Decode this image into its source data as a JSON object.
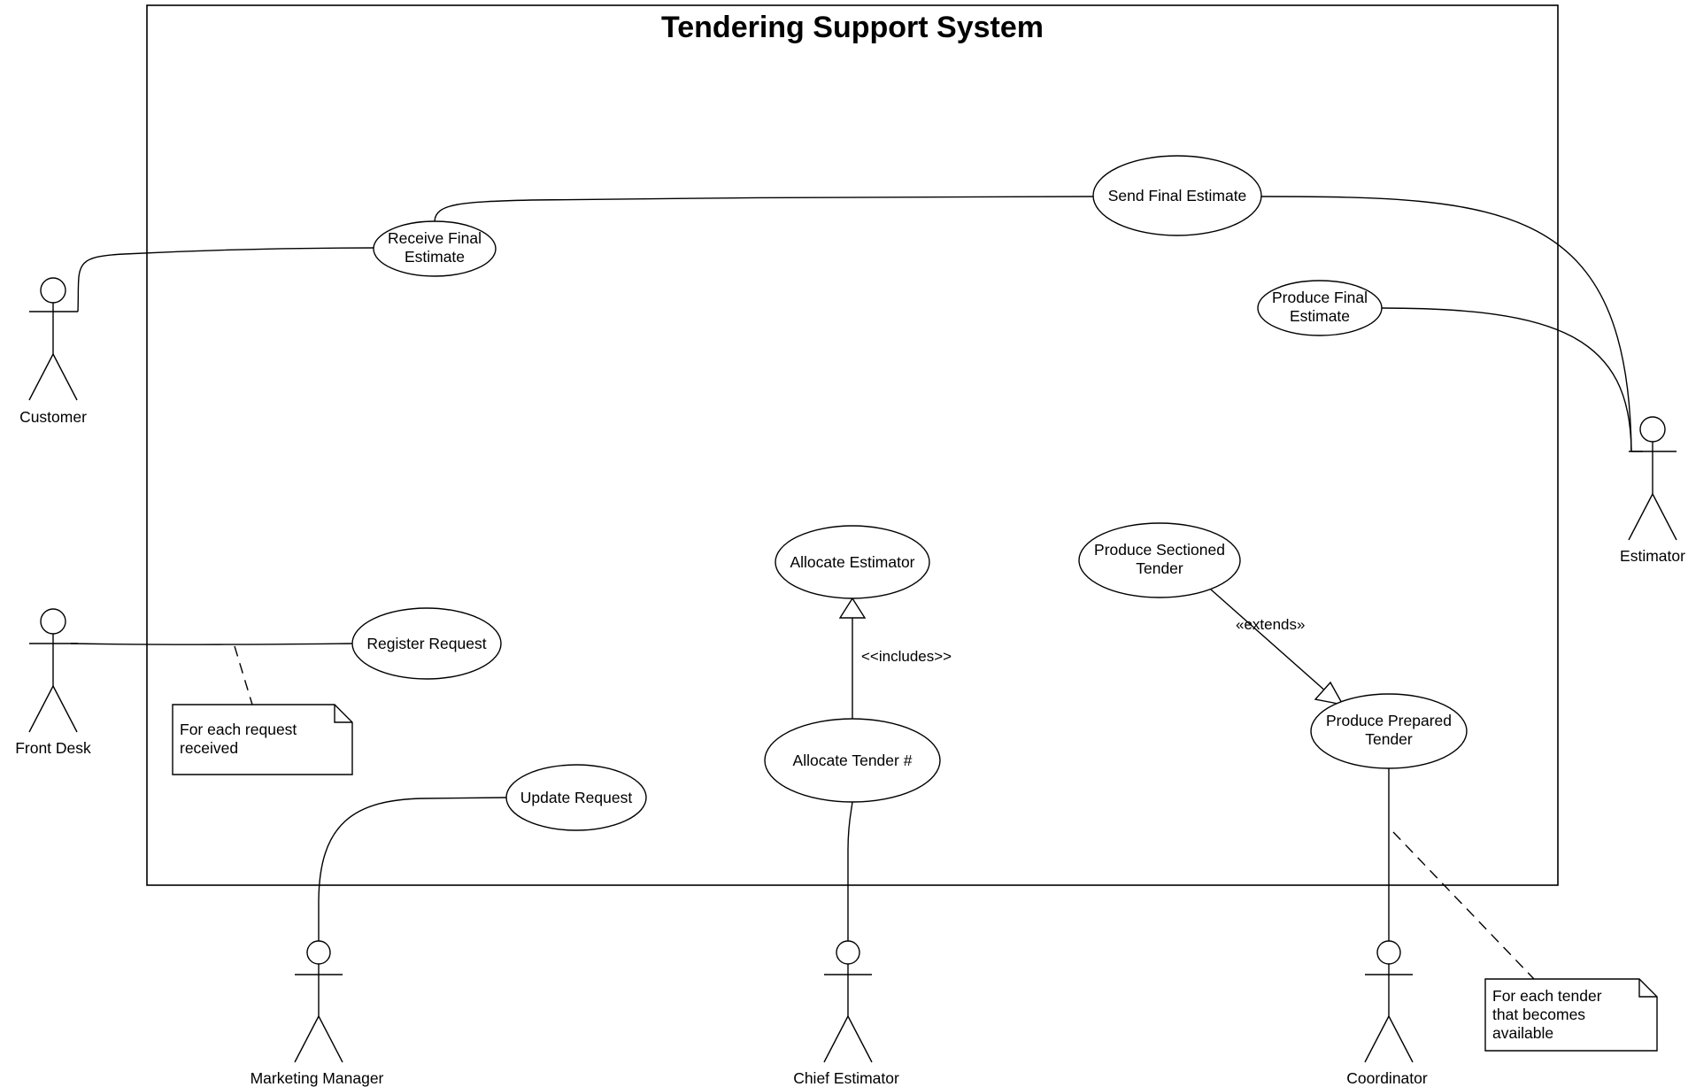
{
  "system": {
    "title": "Tendering Support System"
  },
  "use_cases": {
    "receive_final_estimate": [
      "Receive Final",
      "Estimate"
    ],
    "send_final_estimate": [
      "Send Final Estimate"
    ],
    "produce_final_estimate": [
      "Produce Final",
      "Estimate"
    ],
    "register_request": [
      "Register Request"
    ],
    "update_request": [
      "Update Request"
    ],
    "allocate_estimator": [
      "Allocate Estimator"
    ],
    "allocate_tender": [
      "Allocate Tender #"
    ],
    "produce_sectioned_tender": [
      "Produce Sectioned",
      "Tender"
    ],
    "produce_prepared_tender": [
      "Produce Prepared",
      "Tender"
    ]
  },
  "actors": {
    "customer": "Customer",
    "front_desk": "Front Desk",
    "estimator": "Estimator",
    "marketing_manager": "Marketing Manager",
    "chief_estimator": "Chief Estimator",
    "coordinator": "Coordinator"
  },
  "relations": {
    "includes": "<<includes>>",
    "extends": "«extends»"
  },
  "notes": {
    "request_note": [
      "For each request",
      "received"
    ],
    "tender_note": [
      "For each tender",
      "that becomes",
      "available"
    ]
  }
}
